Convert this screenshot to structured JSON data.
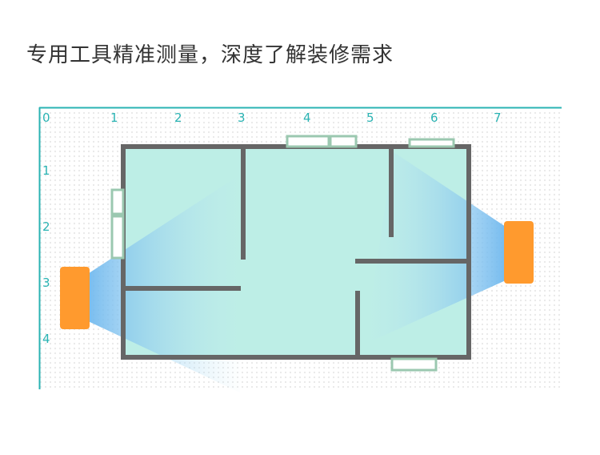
{
  "page": {
    "title": "专用工具精准测量，深度了解装修需求"
  },
  "axes": {
    "x_ticks": [
      "0",
      "1",
      "2",
      "3",
      "4",
      "5",
      "6",
      "7"
    ],
    "y_ticks": [
      "1",
      "2",
      "3",
      "4"
    ]
  },
  "colors": {
    "axis": "#2ab3b3",
    "floor": "#bdeee6",
    "wall": "#666666",
    "window": "#9bc8b0",
    "sensor": "#ff9a2e",
    "beam": "#7cc0ef",
    "grid_dot": "#e6e6e6"
  },
  "icons": {
    "sensor_left": "laser-sensor-icon",
    "sensor_right": "laser-sensor-icon"
  }
}
